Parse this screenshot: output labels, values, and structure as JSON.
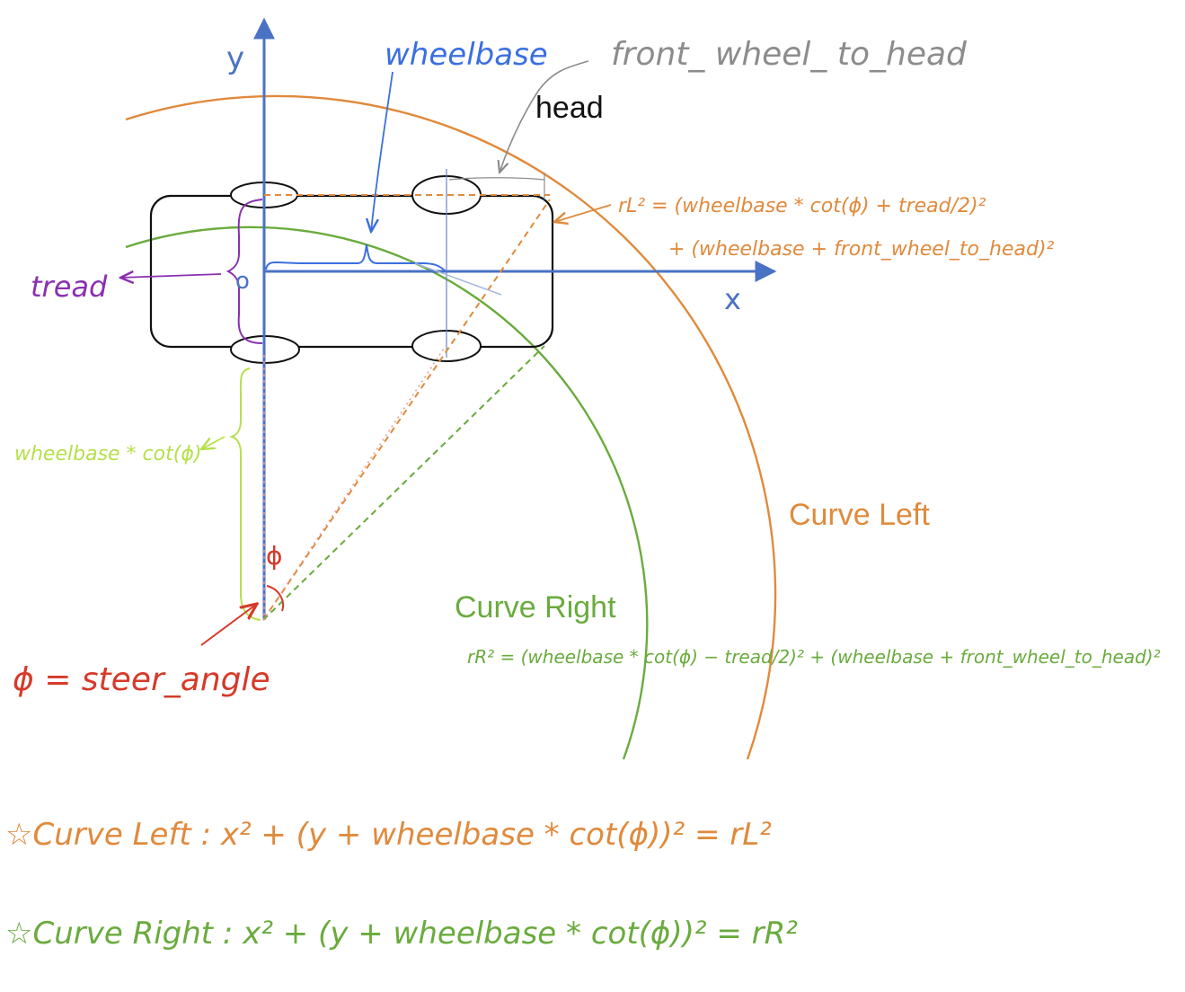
{
  "colors": {
    "axis": "#4a72c4",
    "orange": "#e08a3c",
    "green": "#6aab3d",
    "lime": "#b6e04a",
    "purple": "#8a2fb0",
    "red": "#d63a2a",
    "gray": "#8c8c8c",
    "black": "#111111",
    "pinkDots": "#e89a8a"
  },
  "axes": {
    "x_label": "x",
    "y_label": "y",
    "origin_label": "o"
  },
  "labels": {
    "wheelbase": "wheelbase",
    "front_wheel_to_head": "front_ wheel_ to_head",
    "head": "head",
    "tread": "tread",
    "wheelbase_cot": "wheelbase * cot(ϕ)",
    "phi": "ϕ",
    "steer_angle": "ϕ = steer_angle",
    "curve_left": "Curve Left",
    "curve_right": "Curve Right"
  },
  "formulas": {
    "rL_line1": "rL² = (wheelbase * cot(ϕ) + tread/2)²",
    "rL_line2": "+ (wheelbase + front_wheel_to_head)²",
    "rR": "rR² = (wheelbase * cot(ϕ) − tread/2)² + (wheelbase + front_wheel_to_head)²",
    "curve_left_eq": "☆Curve Left :  x² + (y + wheelbase * cot(ϕ))² = rL²",
    "curve_right_eq": "☆Curve Right :  x² + (y + wheelbase * cot(ϕ))² = rR²"
  }
}
